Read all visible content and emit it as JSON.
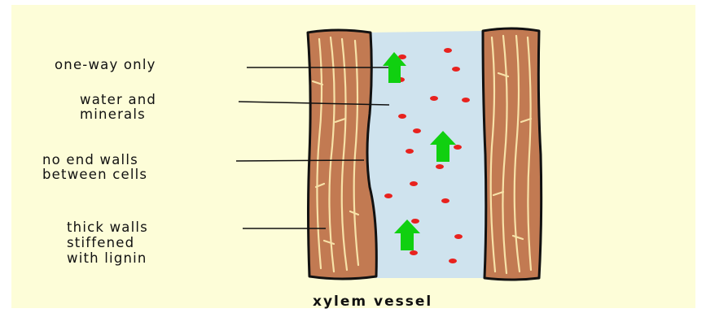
{
  "diagram": {
    "labels": {
      "one_way": "one-way only",
      "water_line1": "water and",
      "water_line2": "minerals",
      "end_walls_line1": "no end walls",
      "end_walls_line2": "between cells",
      "thick_line1": "thick walls",
      "thick_line2": "stiffened",
      "thick_line3": "with lignin"
    },
    "caption": "xylem vessel",
    "colors": {
      "background": "#FDFDD8",
      "wall": "#C27A52",
      "wall_highlight": "#F7E2A8",
      "lumen": "#CFE3EE",
      "particle": "#E8221E",
      "arrow": "#10D010"
    },
    "icons": [
      "upward-flow-arrow",
      "water-particle"
    ]
  }
}
